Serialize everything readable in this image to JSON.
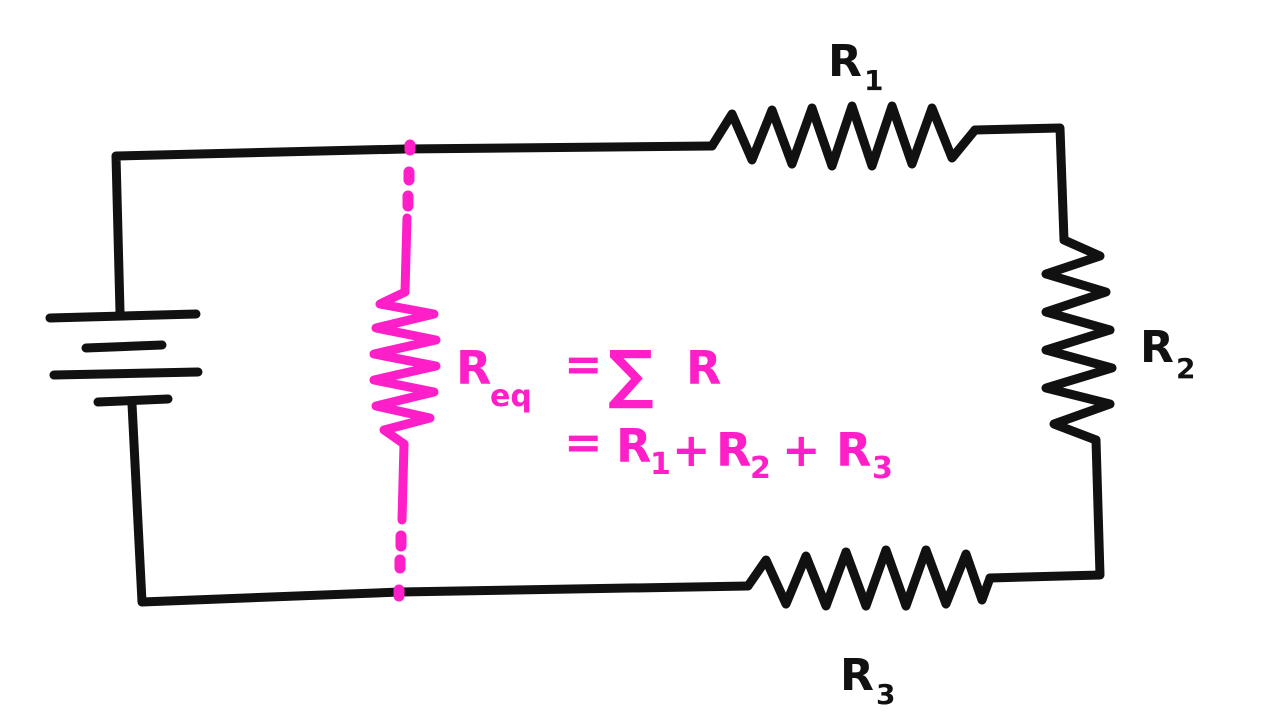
{
  "colors": {
    "wire": "#111111",
    "highlight": "#ff1fc8",
    "background": "#ffffff"
  },
  "labels": {
    "r1": {
      "main": "R",
      "sub": "1"
    },
    "r2": {
      "main": "R",
      "sub": "2"
    },
    "r3": {
      "main": "R",
      "sub": "3"
    }
  },
  "equation": {
    "line1_lhs_main": "R",
    "line1_lhs_sub": "eq",
    "line1_eq": "=",
    "line1_sum": "∑",
    "line1_rhs": "R",
    "line2_eq": "=",
    "line2_r1_main": "R",
    "line2_r1_sub": "1",
    "line2_plus1": "+",
    "line2_r2_main": "R",
    "line2_r2_sub": "2",
    "line2_plus2": "+",
    "line2_r3_main": "R",
    "line2_r3_sub": "3"
  }
}
